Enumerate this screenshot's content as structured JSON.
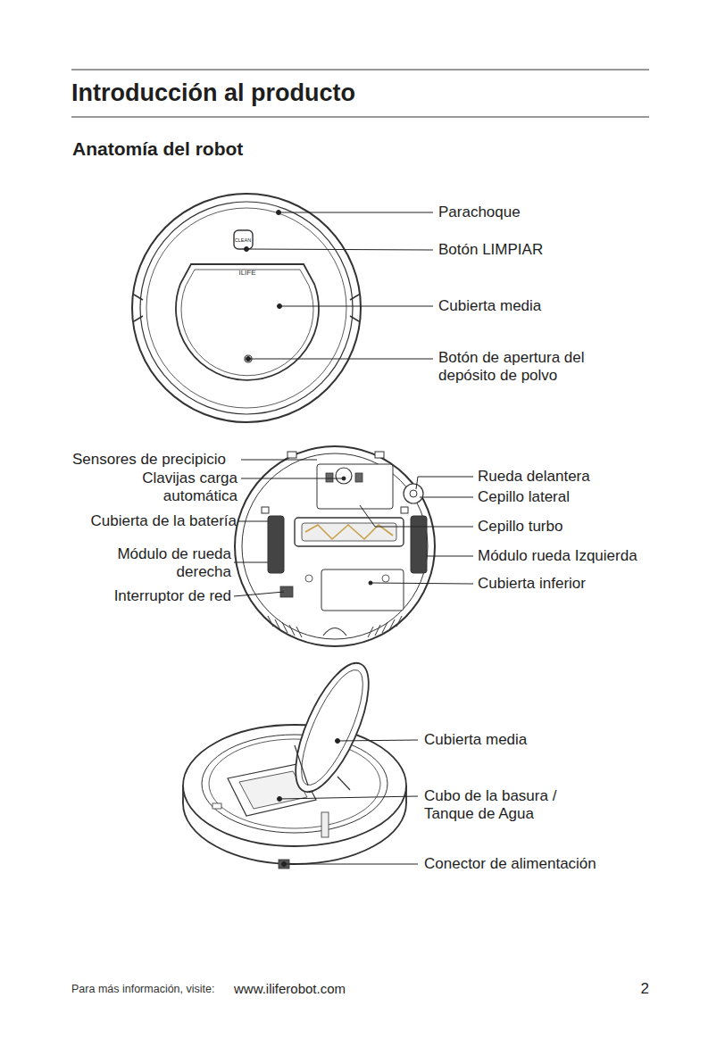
{
  "diagram": {
    "title": "Introducción al producto",
    "labels": [
      "Anatomía del robot",
      "Parachoque",
      "Botón LIMPIAR",
      "Cubierta media",
      "Botón de apertura del depósito de polvo",
      "Sensores de precipicio",
      "Clavijas carga automática",
      "Cubierta de la batería",
      "Módulo de rueda derecha",
      "Interruptor de red",
      "Rueda delantera",
      "Cepillo lateral",
      "Cepillo turbo",
      "Módulo rueda Izquierda",
      "Cubierta inferior",
      "Cubierta media",
      "Cubo de la basura / Tanque de Agua",
      "Conector de alimentación",
      "Para más información, visite:",
      "www.iliferobot.com",
      "2",
      "CLEAN",
      "ILIFE"
    ]
  }
}
